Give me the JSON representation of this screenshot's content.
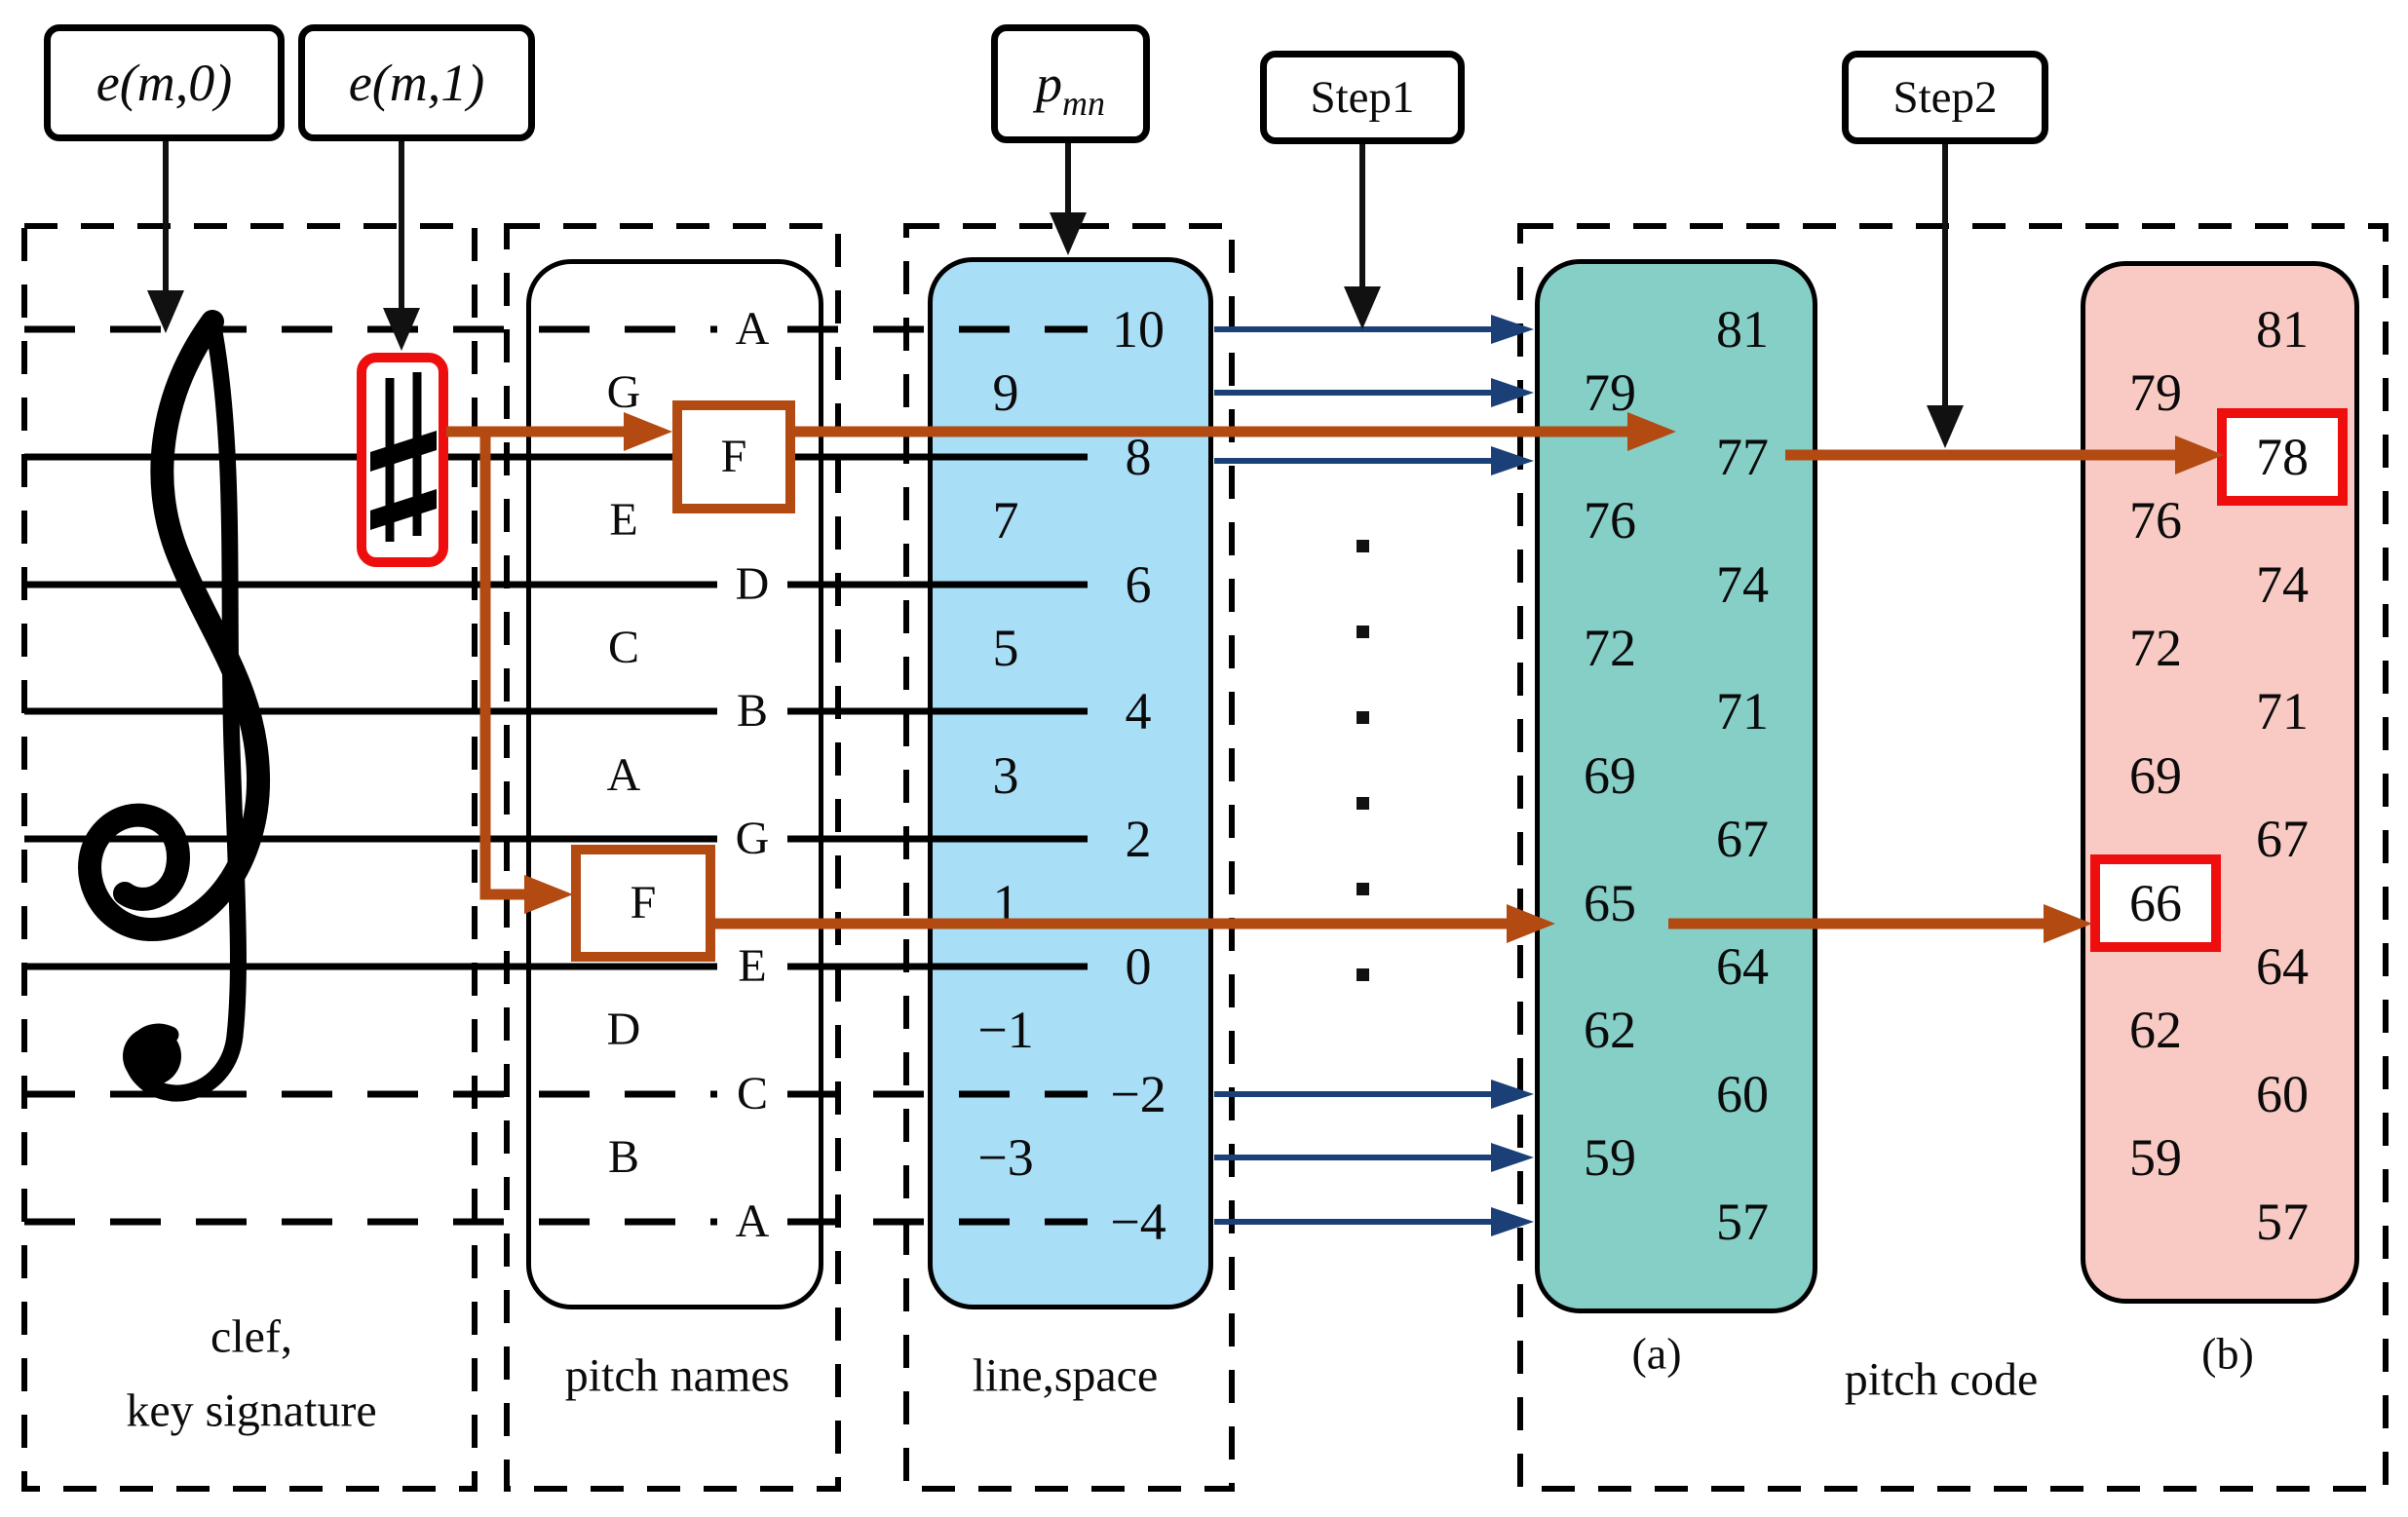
{
  "top_labels": {
    "em0": "e(m,0)",
    "em1": "e(m,1)",
    "pmn_base": "p",
    "pmn_sub": "mn",
    "step1": "Step1",
    "step2": "Step2"
  },
  "captions": {
    "clef_line1": "clef,",
    "clef_line2": "key signature",
    "pitch_names": "pitch names",
    "line_space": "line,space",
    "a": "(a)",
    "b": "(b)",
    "pitch_code": "pitch code"
  },
  "icons": {
    "treble_clef": "treble-clef",
    "sharp": "sharp-sign"
  },
  "rows": [
    {
      "n": 10,
      "kind": "line",
      "name": "A",
      "ls": "10",
      "a": "81",
      "b": "81"
    },
    {
      "n": 9,
      "kind": "space",
      "name": "G",
      "ls": "9",
      "a": "79",
      "b": "79"
    },
    {
      "n": 8,
      "kind": "line",
      "name": "F",
      "ls": "8",
      "a": "77",
      "b": "78",
      "hl": true
    },
    {
      "n": 7,
      "kind": "space",
      "name": "E",
      "ls": "7",
      "a": "76",
      "b": "76"
    },
    {
      "n": 6,
      "kind": "line",
      "name": "D",
      "ls": "6",
      "a": "74",
      "b": "74"
    },
    {
      "n": 5,
      "kind": "space",
      "name": "C",
      "ls": "5",
      "a": "72",
      "b": "72"
    },
    {
      "n": 4,
      "kind": "line",
      "name": "B",
      "ls": "4",
      "a": "71",
      "b": "71"
    },
    {
      "n": 3,
      "kind": "space",
      "name": "A",
      "ls": "3",
      "a": "69",
      "b": "69"
    },
    {
      "n": 2,
      "kind": "line",
      "name": "G",
      "ls": "2",
      "a": "67",
      "b": "67"
    },
    {
      "n": 1,
      "kind": "space",
      "name": "F",
      "ls": "1",
      "a": "65",
      "b": "66",
      "hl": true
    },
    {
      "n": 0,
      "kind": "line",
      "name": "E",
      "ls": "0",
      "a": "64",
      "b": "64"
    },
    {
      "n": -1,
      "kind": "space",
      "name": "D",
      "ls": "−1",
      "a": "62",
      "b": "62"
    },
    {
      "n": -2,
      "kind": "line",
      "name": "C",
      "ls": "−2",
      "a": "60",
      "b": "60"
    },
    {
      "n": -3,
      "kind": "space",
      "name": "B",
      "ls": "−3",
      "a": "59",
      "b": "59"
    },
    {
      "n": -4,
      "kind": "line",
      "name": "A",
      "ls": "−4",
      "a": "57",
      "b": "57"
    }
  ],
  "colors": {
    "arrow_brown": "#b24a12",
    "arrow_blue": "#1b3f77",
    "highlight_red": "#ee0e0e",
    "box_line_space": "#a9def7",
    "box_pitch_code_a": "#85cfc7",
    "box_pitch_code_b": "#f9cac4"
  }
}
